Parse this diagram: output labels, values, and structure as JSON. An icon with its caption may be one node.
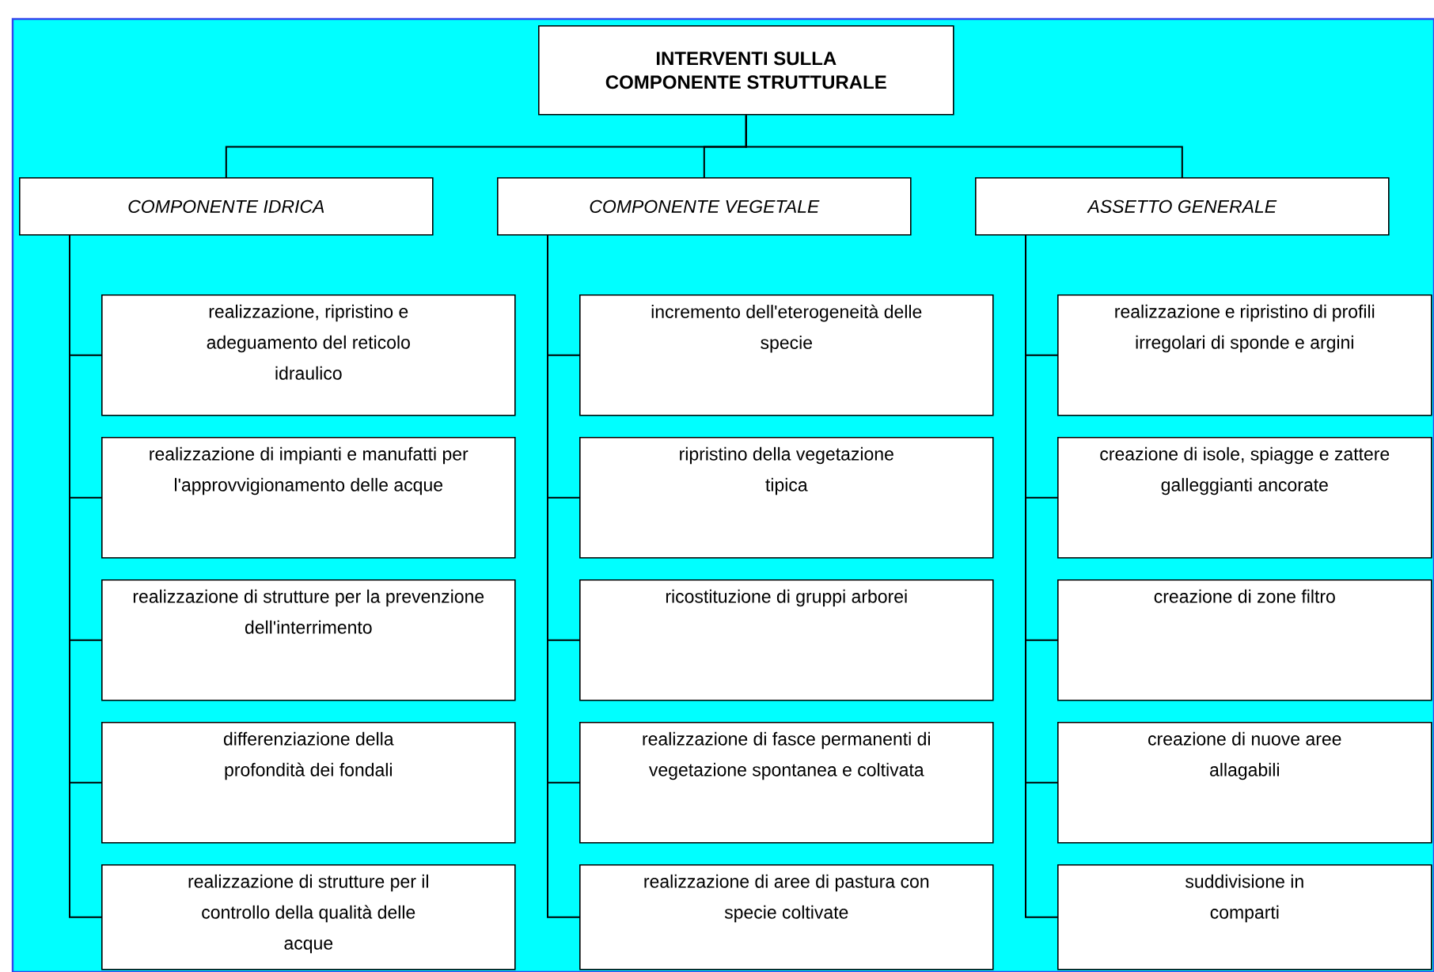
{
  "diagram": {
    "nodes": [
      {
        "text": [
          "INTERVENTI SULLA COMPONENTE STRUTTURALE"
        ]
      },
      {
        "text": [
          "COMPONENTE IDRICA"
        ]
      },
      {
        "text": [
          "COMPONENTE VEGETALE"
        ]
      },
      {
        "text": [
          "ASSETTO GENERALE"
        ]
      },
      {
        "text": [
          "realizzazione, ripristino e adeguamento del reticolo idraulico"
        ]
      },
      {
        "text": [
          "realizzazione di impianti e manufatti per l'approvvigionamento delle acque"
        ]
      },
      {
        "text": [
          "realizzazione di strutture per la prevenzione dell'interrimento"
        ]
      },
      {
        "text": [
          "differenziazione della profondità dei fondali"
        ]
      },
      {
        "text": [
          "realizzazione di strutture per il controllo della qualità delle acque"
        ]
      },
      {
        "text": [
          "incremento dell'eterogeneità delle specie"
        ]
      },
      {
        "text": [
          "ripristino della vegetazione tipica"
        ]
      },
      {
        "text": [
          "ricostituzione di gruppi arborei"
        ]
      },
      {
        "text": [
          "realizzazione di fasce permanenti di vegetazione spontanea e coltivata"
        ]
      },
      {
        "text": [
          "realizzazione di aree di pastura con specie coltivate"
        ]
      },
      {
        "text": [
          "realizzazione e ripristino di profili irregolari di sponde e argini"
        ]
      },
      {
        "text": [
          "creazione di isole, spiagge e zattere galleggianti ancorate"
        ]
      },
      {
        "text": [
          "creazione di zone filtro"
        ]
      },
      {
        "text": [
          "creazione di nuove aree allagabili"
        ]
      },
      {
        "text": [
          "suddivisione in comparti"
        ]
      }
    ],
    "edges": [
      {
        "from": 0,
        "to": 1,
        "arrow": "none"
      },
      {
        "from": 0,
        "to": 2,
        "arrow": "none"
      },
      {
        "from": 0,
        "to": 3,
        "arrow": "none"
      },
      {
        "from": 1,
        "to": 4,
        "arrow": "none"
      },
      {
        "from": 1,
        "to": 5,
        "arrow": "none"
      },
      {
        "from": 1,
        "to": 6,
        "arrow": "none"
      },
      {
        "from": 1,
        "to": 7,
        "arrow": "none"
      },
      {
        "from": 1,
        "to": 8,
        "arrow": "none"
      },
      {
        "from": 2,
        "to": 9,
        "arrow": "none"
      },
      {
        "from": 2,
        "to": 10,
        "arrow": "none"
      },
      {
        "from": 2,
        "to": 11,
        "arrow": "none"
      },
      {
        "from": 2,
        "to": 12,
        "arrow": "none"
      },
      {
        "from": 2,
        "to": 13,
        "arrow": "none"
      },
      {
        "from": 3,
        "to": 14,
        "arrow": "none"
      },
      {
        "from": 3,
        "to": 15,
        "arrow": "none"
      },
      {
        "from": 3,
        "to": 16,
        "arrow": "none"
      },
      {
        "from": 3,
        "to": 17,
        "arrow": "none"
      },
      {
        "from": 3,
        "to": 18,
        "arrow": "none"
      }
    ]
  }
}
